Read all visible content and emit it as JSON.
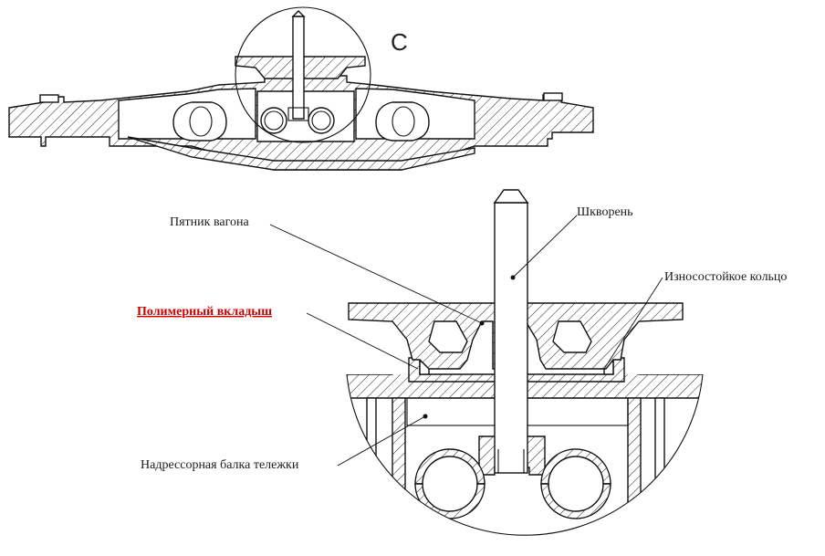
{
  "detail_letter": "C",
  "labels": {
    "center_plate": "Пятник вагона",
    "king_pin": "Шкворень",
    "wear_ring": "Износостойкое кольцо",
    "polymer_insert": "Полимерный вкладыш",
    "bolster": "Надрессорная балка тележки"
  },
  "colors": {
    "highlight": "#cc0000",
    "line": "#111111"
  }
}
